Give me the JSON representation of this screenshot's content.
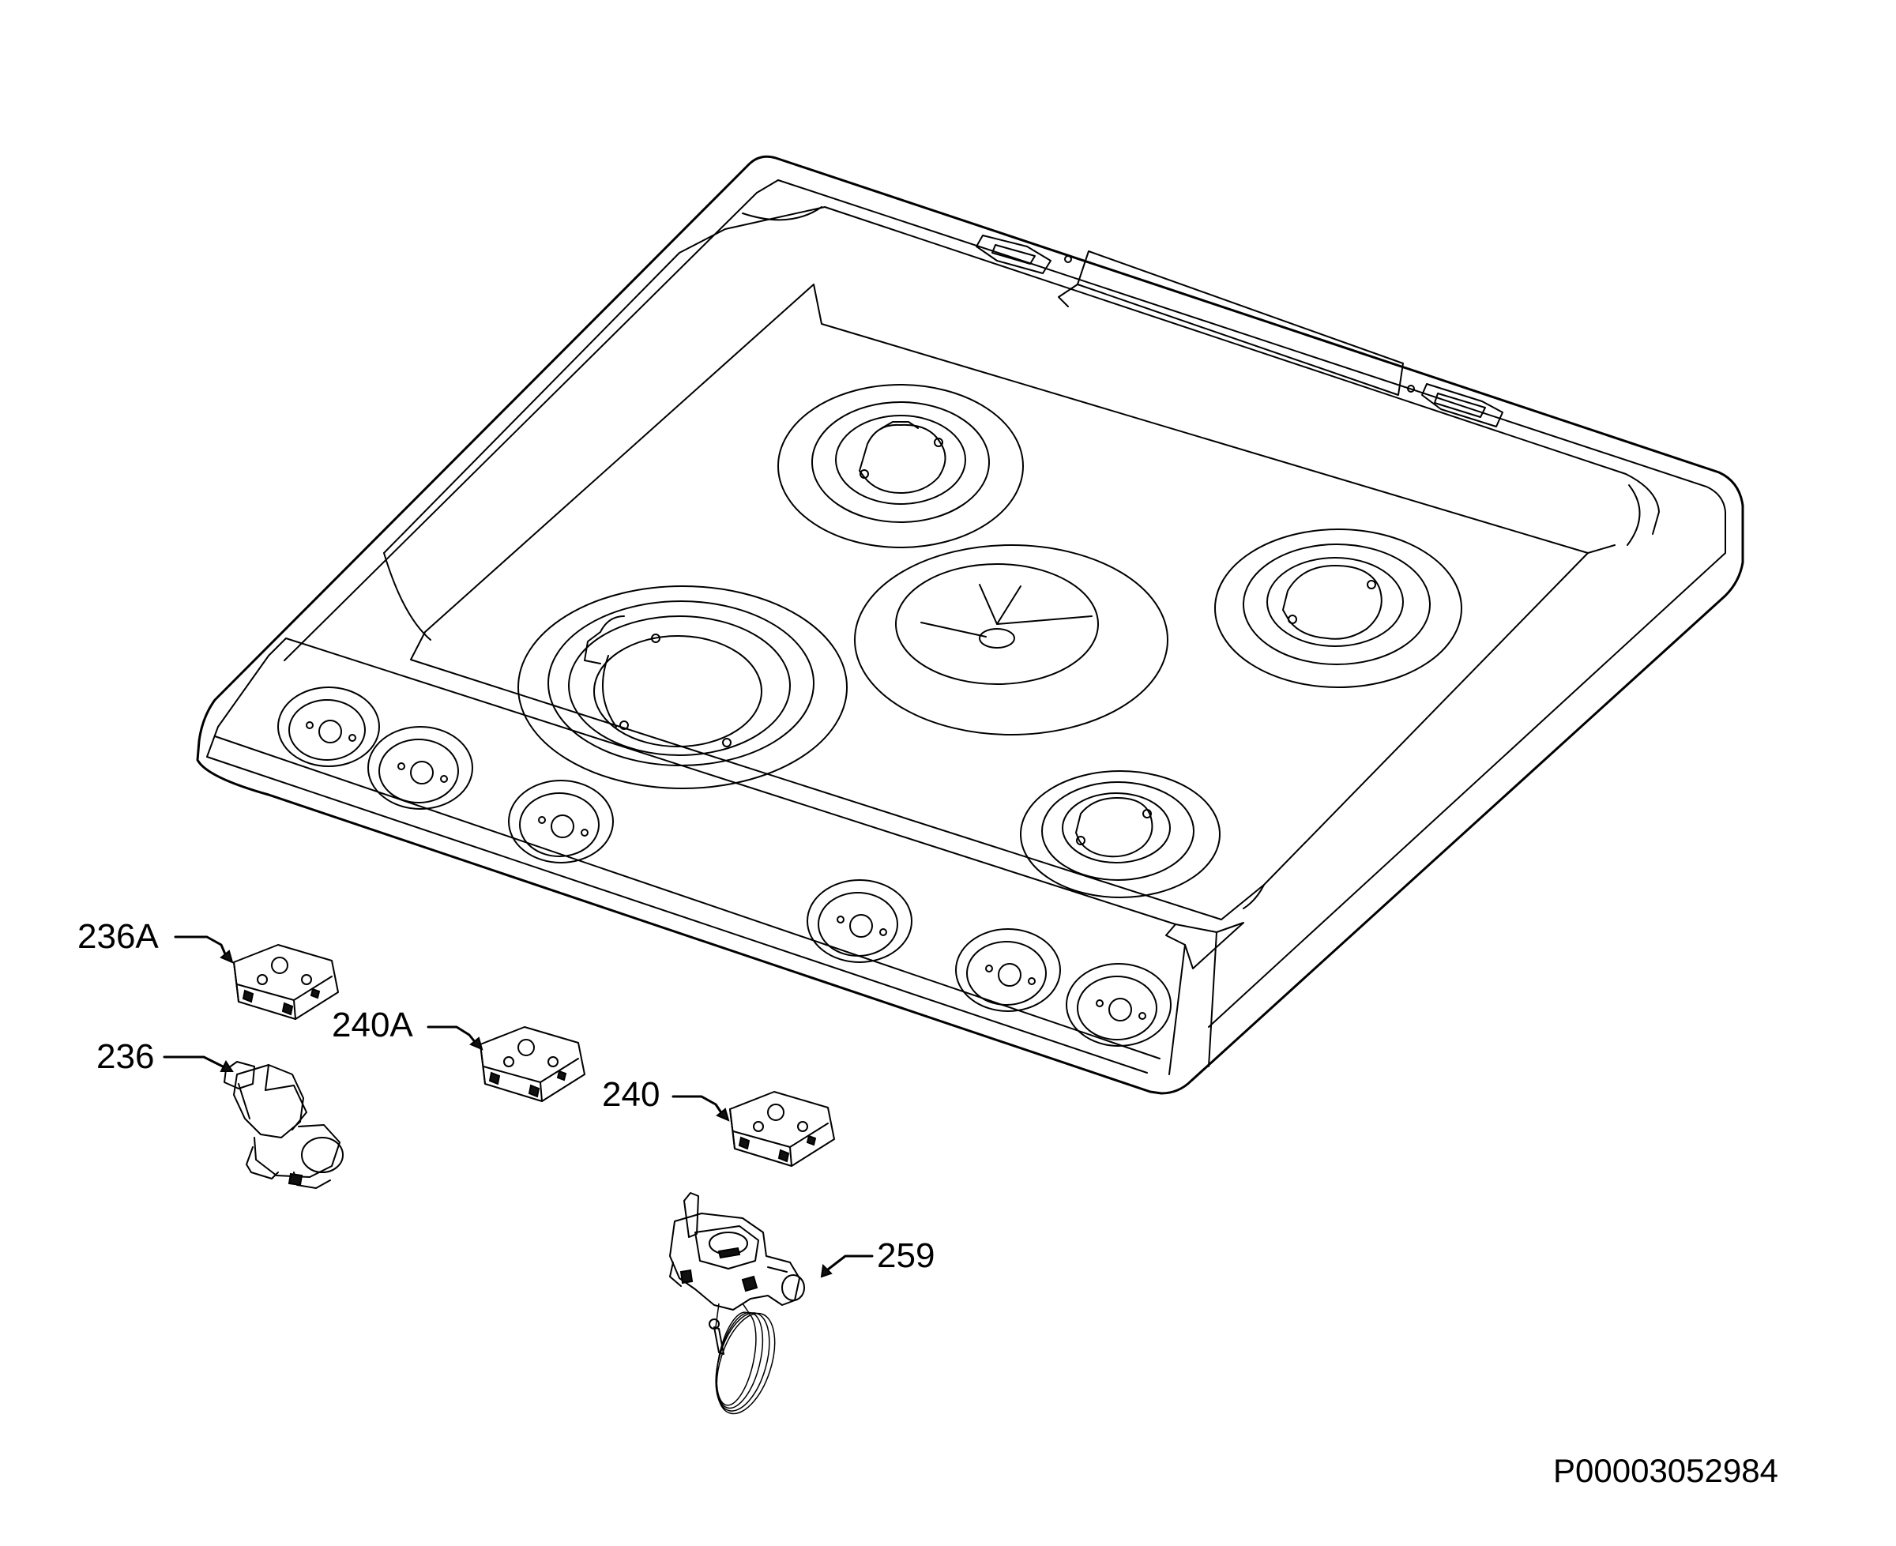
{
  "callouts": {
    "c236a": "236A",
    "c236": "236",
    "c240a": "240A",
    "c240": "240",
    "c259": "259"
  },
  "reference_code": "P00003052984"
}
